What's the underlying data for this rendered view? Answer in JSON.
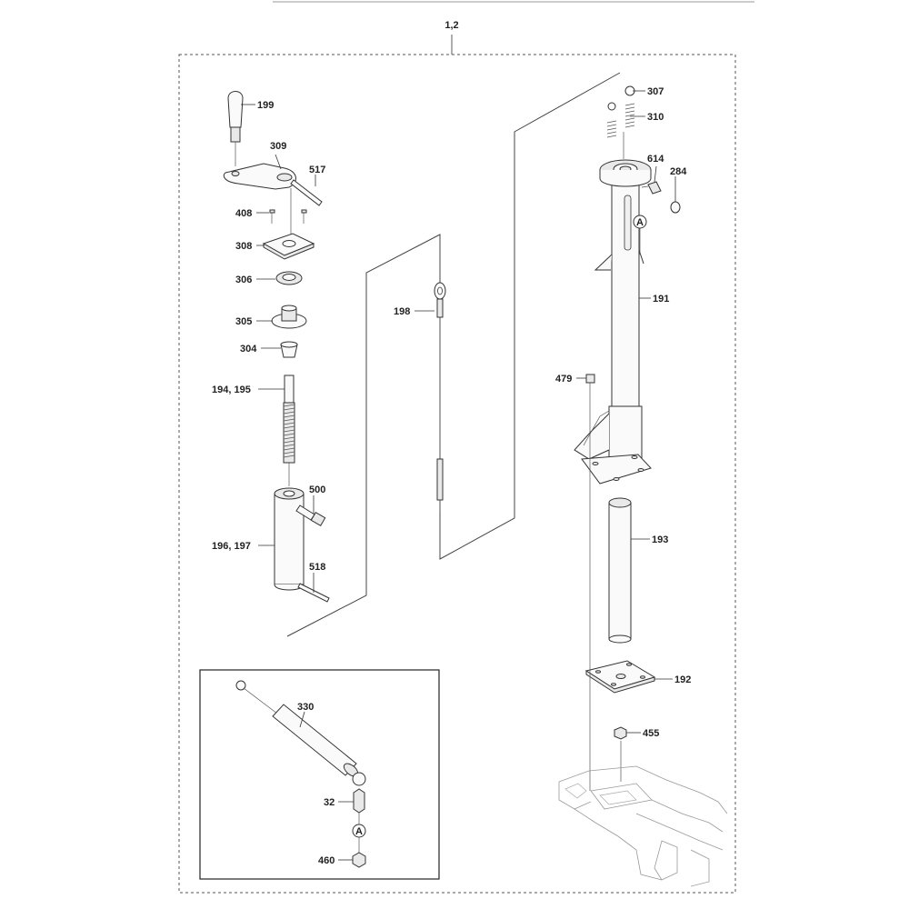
{
  "assembly_label": "1,2",
  "inset_callout": "A",
  "parts": {
    "p199": "199",
    "p309": "309",
    "p517": "517",
    "p408": "408",
    "p308": "308",
    "p306": "306",
    "p305": "305",
    "p304": "304",
    "p194_195": "194, 195",
    "p500": "500",
    "p196_197": "196, 197",
    "p518": "518",
    "p198": "198",
    "p307": "307",
    "p310": "310",
    "p614": "614",
    "p284": "284",
    "p191": "191",
    "p479": "479",
    "p193": "193",
    "p192": "192",
    "p455": "455",
    "p330": "330",
    "p32": "32",
    "p460": "460"
  }
}
